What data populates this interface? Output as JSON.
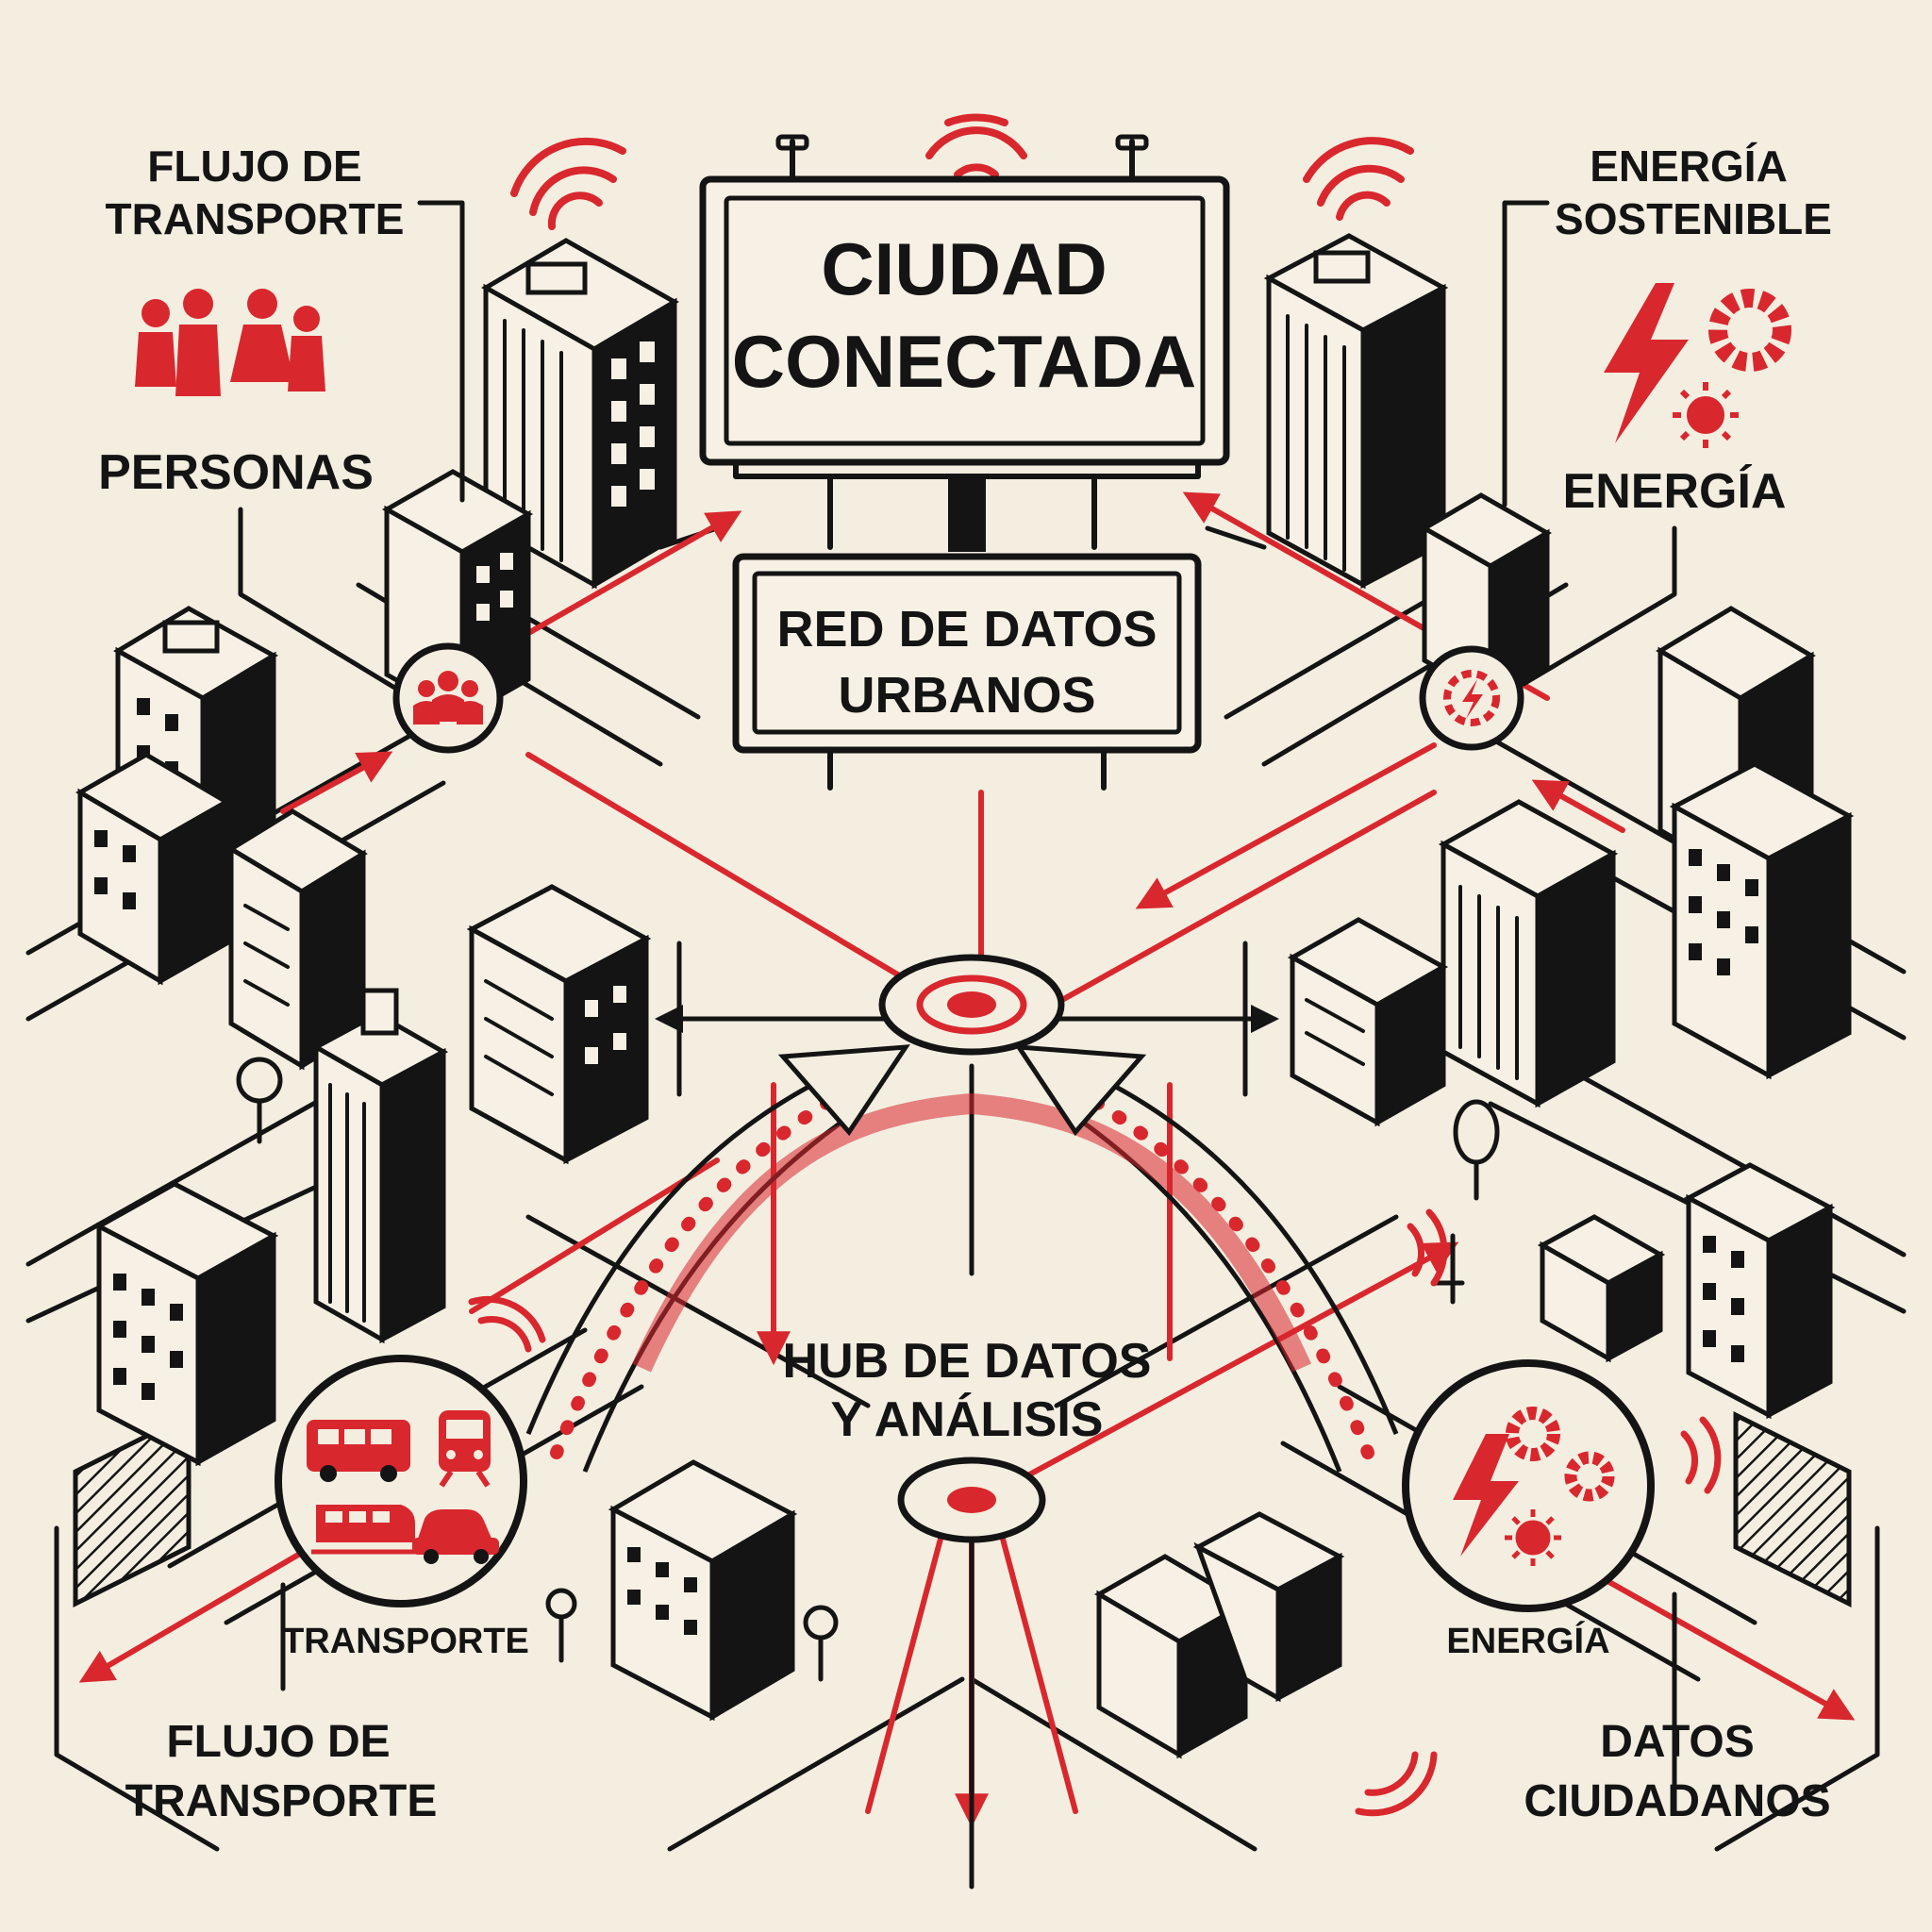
{
  "colors": {
    "background": "#f3eee0",
    "ink": "#141414",
    "accent": "#d9272e"
  },
  "title": {
    "line1": "CIUDAD",
    "line2": "CONECTADA"
  },
  "network": {
    "line1": "RED DE DATOS",
    "line2": "URBANOS"
  },
  "hub": {
    "line1": "HUB DE DATOS",
    "line2": "Y ANÁLISIS"
  },
  "labels": {
    "top_left": {
      "line1": "FLUJO DE",
      "line2": "TRANSPORTE"
    },
    "top_right": {
      "line1": "ENERGÍA",
      "line2": "SOSTENIBLE"
    },
    "people": "PERSONAS",
    "energy_upper": "ENERGÍA",
    "transport_small": "TRANSPORTE",
    "energy_small": "ENERGÍA",
    "bottom_left": {
      "line1": "FLUJO DE",
      "line2": "TRANSPORTE"
    },
    "bottom_right": {
      "line1": "DATOS",
      "line2": "CIUDADANOS"
    }
  },
  "icons": {
    "people_group": "people-group-icon",
    "node_people": "people-node-icon",
    "node_energy": "energy-node-icon",
    "lightning": "lightning-icon",
    "gear": "gear-icon",
    "sun": "sun-icon",
    "bus": "bus-icon",
    "train": "train-icon",
    "tram": "tram-icon",
    "car": "car-icon",
    "wifi": "wifi-icon",
    "tree": "tree-icon"
  }
}
